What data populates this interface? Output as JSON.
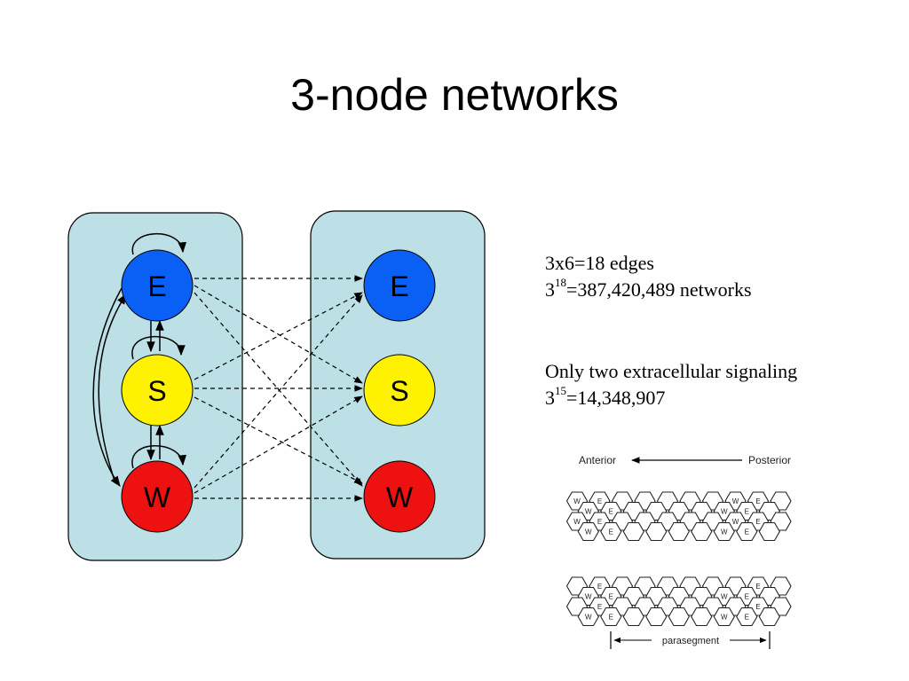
{
  "slide": {
    "title": "3-node networks"
  },
  "stats": {
    "line1": "3x6=18 edges",
    "line2_base": "3",
    "line2_exp": "18",
    "line2_rest": "=387,420,489 networks",
    "line3": "Only two extracellular signaling",
    "line4_base": "3",
    "line4_exp": "15",
    "line4_rest": "=14,348,907"
  },
  "network": {
    "nodes": [
      {
        "label": "E",
        "color": "#0a5ff5"
      },
      {
        "label": "S",
        "color": "#fff200"
      },
      {
        "label": "W",
        "color": "#ee1111"
      }
    ],
    "panel_color": "#bce0e6"
  },
  "embryo": {
    "anterior": "Anterior",
    "posterior": "Posterior",
    "parasegment": "parasegment",
    "top_rows": [
      [
        "W",
        "E",
        "",
        "",
        "",
        "",
        "",
        "W",
        "E",
        ""
      ],
      [
        "W",
        "E",
        "",
        "",
        "",
        "",
        "W",
        "E",
        ""
      ],
      [
        "W",
        "E",
        "",
        "",
        "",
        "",
        "",
        "W",
        "E",
        ""
      ],
      [
        "W",
        "E",
        "",
        "",
        "",
        "",
        "W",
        "E",
        ""
      ]
    ],
    "bottom_rows": [
      [
        "",
        "E",
        "",
        "",
        "",
        "",
        "",
        "",
        "E",
        ""
      ],
      [
        "W",
        "E",
        "",
        "",
        "",
        "",
        "W",
        "E",
        ""
      ],
      [
        "",
        "E",
        "",
        "",
        "",
        "",
        "",
        "",
        "E",
        ""
      ],
      [
        "W",
        "E",
        "",
        "",
        "",
        "",
        "W",
        "E",
        ""
      ]
    ]
  }
}
